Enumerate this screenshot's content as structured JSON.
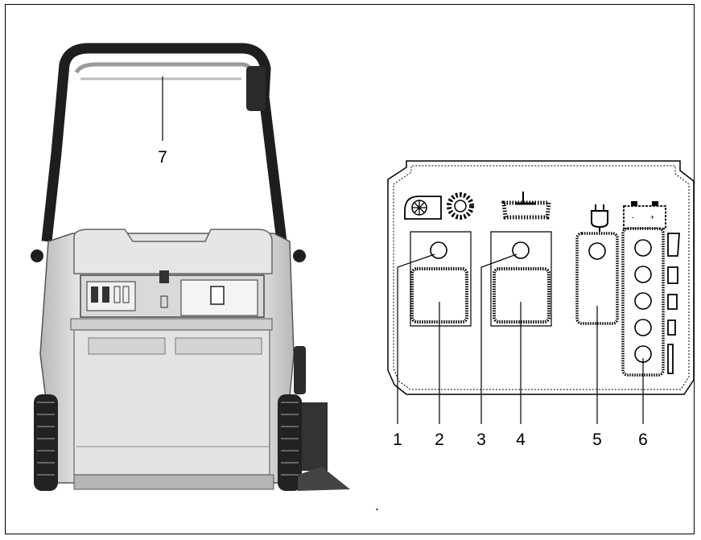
{
  "callouts": {
    "c1": "1",
    "c2": "2",
    "c3": "3",
    "c4": "4",
    "c5": "5",
    "c6": "6",
    "c7": "7"
  },
  "footnote": ".",
  "colors": {
    "frame": "#000000",
    "machine_light": "#e1e1e1",
    "machine_mid": "#bdbdbd",
    "machine_dark": "#1e1e1e",
    "panel_line": "#444444"
  },
  "icons": {
    "brush_motor": "fan-brush-icon",
    "side_brush": "side-brush-icon",
    "power": "plug-icon",
    "battery": "battery-icon"
  }
}
